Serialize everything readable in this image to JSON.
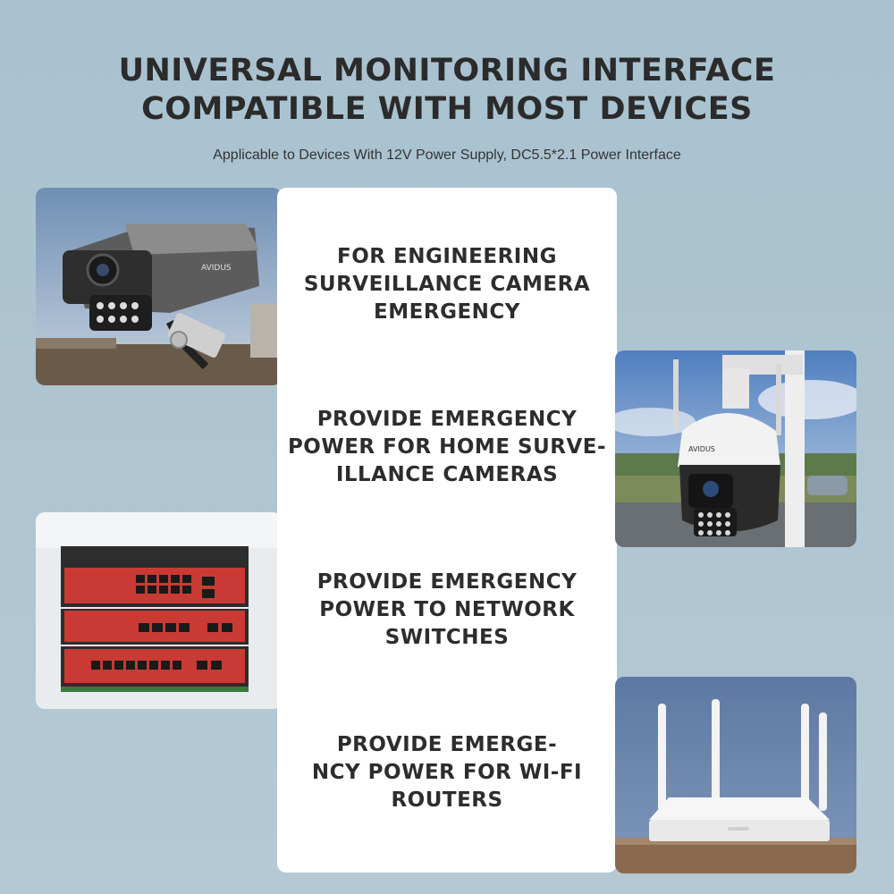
{
  "header": {
    "title_lines": [
      "UNIVERSAL MONITORING INTERFACE",
      "COMPATIBLE WITH MOST DEVICES"
    ],
    "subtitle": "Applicable to Devices With 12V Power Supply, DC5.5*2.1 Power Interface"
  },
  "features": [
    {
      "lines": [
        "FOR ENGINEERING",
        "SURVEILLANCE CAMERA",
        "EMERGENCY"
      ]
    },
    {
      "lines": [
        "PROVIDE EMERGENCY",
        "POWER FOR HOME SURVE-",
        "ILLANCE CAMERAS"
      ]
    },
    {
      "lines": [
        "PROVIDE EMERGENCY",
        "POWER TO NETWORK",
        "SWITCHES"
      ]
    },
    {
      "lines": [
        "PROVIDE EMERGE-",
        "NCY POWER FOR WI-FI",
        "ROUTERS"
      ]
    }
  ],
  "photos": {
    "bullet_camera": {
      "brand": "AVIDUS",
      "icon": "bullet-camera-icon"
    },
    "dome_camera": {
      "brand": "AVIDUS",
      "icon": "ptz-camera-icon"
    },
    "network_switches": {
      "icon": "network-switch-icon"
    },
    "wifi_router": {
      "icon": "wifi-router-icon"
    }
  },
  "colors": {
    "background": "#aec5d1",
    "panel": "#ffffff",
    "text": "#2d2d2d",
    "switch_red": "#c93a34"
  }
}
